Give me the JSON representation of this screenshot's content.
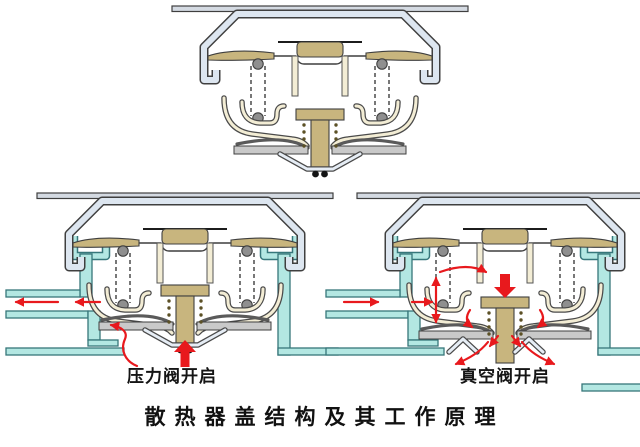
{
  "title": "散热器盖结构及其工作原理",
  "captions": {
    "pressure_valve": "压力阀开启",
    "vacuum_valve": "真空阀开启"
  },
  "colors": {
    "background": "#ffffff",
    "red_arrow": "#e8191d",
    "cap_shell": "#dde6f0",
    "outline": "#3f3f3f",
    "neck_cyan": "#b3e7e2",
    "neck_outline": "#37767a",
    "brass_tan": "#c8b57e",
    "cream": "#f3edd5",
    "plate_gray": "#c9c9c9",
    "ball_gray": "#8f8f8f",
    "spring_dot": "#5c5126",
    "black": "#141414",
    "bar_gray": "#d4dae2"
  }
}
